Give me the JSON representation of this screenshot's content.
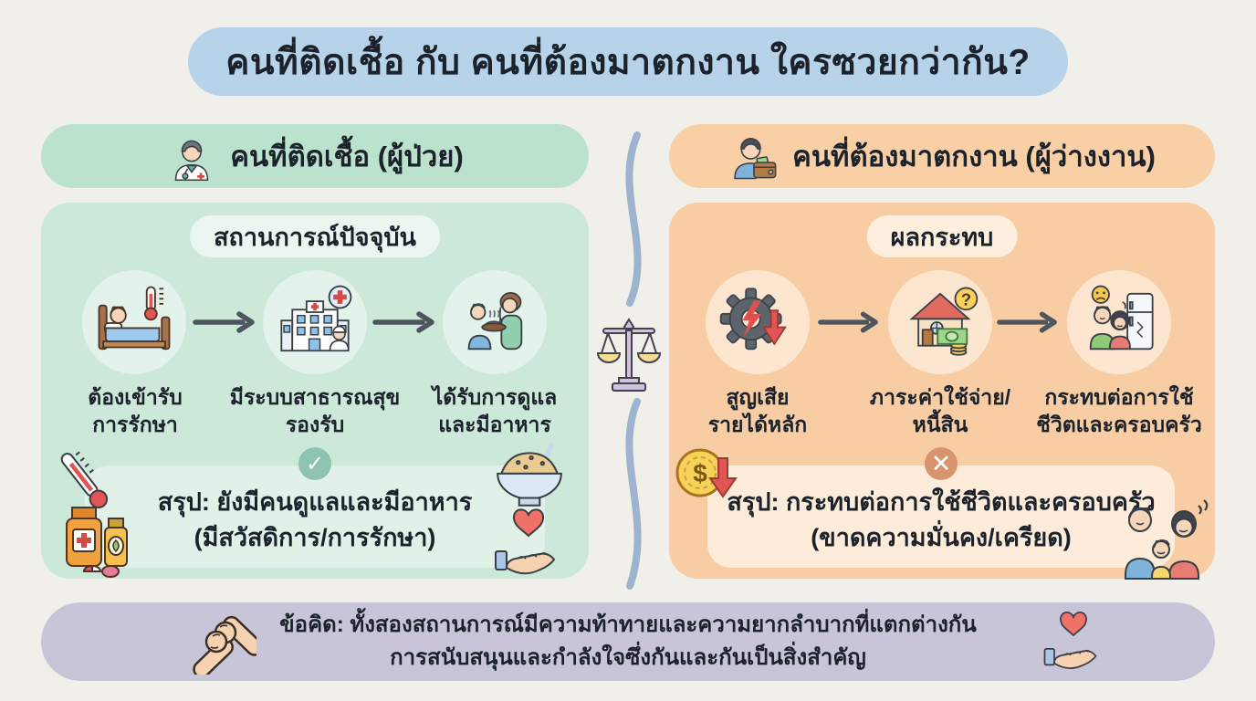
{
  "title": "คนที่ติดเชื้อ กับ คนที่ต้องมาตกงาน ใครซวยกว่ากัน?",
  "left_panel": {
    "header": "คนที่ติดเชื้อ (ผู้ป่วย)",
    "header_icon": "doctor-icon",
    "subtitle": "สถานการณ์ปัจจุบัน",
    "steps": [
      {
        "icon": "sick-in-bed-icon",
        "line1": "ต้องเข้ารับ",
        "line2": "การรักษา"
      },
      {
        "icon": "hospital-icon",
        "line1": "มีระบบสาธารณสุข",
        "line2": "รองรับ"
      },
      {
        "icon": "receiving-food-icon",
        "line1": "ได้รับการดูแล",
        "line2": "และมีอาหาร"
      }
    ],
    "summary": {
      "badge": "✓",
      "line1": "สรุป: ยังมีคนดูแลและมีอาหาร",
      "line2": "(มีสวัสดิการ/การรักษา)"
    },
    "decoration_icons": [
      "thermometer-icon",
      "medicine-icon",
      "rice-bowl-icon",
      "heart-in-hand-icon"
    ]
  },
  "right_panel": {
    "header": "คนที่ต้องมาตกงาน (ผู้ว่างงาน)",
    "header_icon": "unemployed-wallet-icon",
    "subtitle": "ผลกระทบ",
    "steps": [
      {
        "icon": "broken-gear-icon",
        "line1": "สูญเสีย",
        "line2": "รายได้หลัก"
      },
      {
        "icon": "house-expense-icon",
        "line1": "ภาระค่าใช้จ่าย/",
        "line2": "หนี้สิน"
      },
      {
        "icon": "family-impact-icon",
        "line1": "กระทบต่อการใช้",
        "line2": "ชีวิตและครอบครัว"
      }
    ],
    "summary": {
      "badge": "✕",
      "line1": "สรุป: กระทบต่อการใช้ชีวิตและครอบครัว",
      "line2": "(ขาดความมั่นคง/เครียด)"
    },
    "decoration_icons": [
      "coin-loss-icon",
      "stressed-family-icon"
    ]
  },
  "divider": {
    "icon": "balance-scale-icon"
  },
  "footer": {
    "line1": "ข้อคิด: ทั้งสองสถานการณ์มีความท้าทายและความยากลำบากที่แตกต่างกัน",
    "line2": "การสนับสนุนและกำลังใจซึ่งกันและกันเป็นสิ่งสำคัญ",
    "icons": [
      "handshake-icon",
      "heart-in-hand-icon"
    ]
  },
  "colors": {
    "background": "#f1efe9",
    "title_pill": "#b7d3e9",
    "left_header": "#bae2cc",
    "left_panel": "#cbe8d9",
    "right_header": "#f9d0a5",
    "right_panel": "#f8cda3",
    "footer_bar": "#c7c5d7",
    "check_badge": "#8ec2b1",
    "cross_badge": "#d8956d",
    "arrow": "#4d565e",
    "wavy_divider": "#9db3d0",
    "text": "#1c222b"
  }
}
